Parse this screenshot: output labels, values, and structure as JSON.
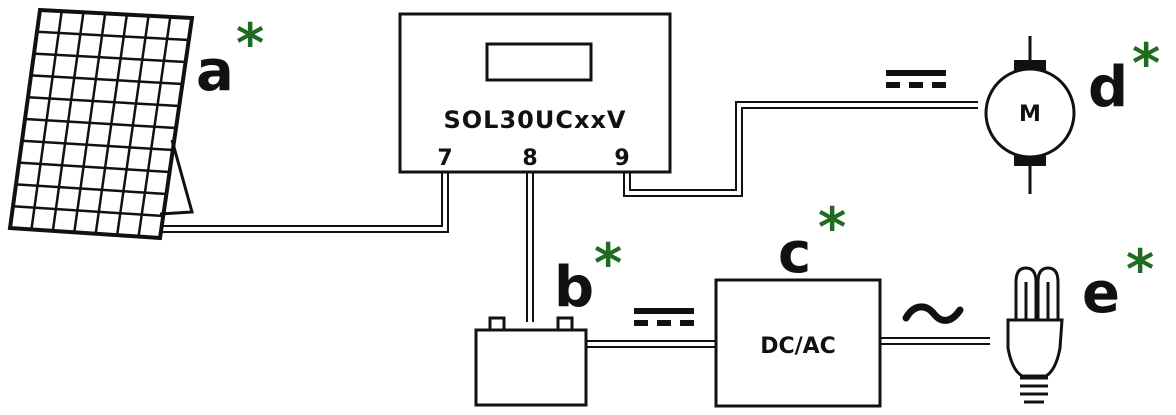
{
  "controller": {
    "model_label": "SOL30UCxxV",
    "terminals": [
      "7",
      "8",
      "9"
    ]
  },
  "inverter": {
    "label": "DC/AC"
  },
  "motor": {
    "label": "M"
  },
  "labels": {
    "a": "a",
    "b": "b",
    "c": "c",
    "d": "d",
    "e": "e",
    "star": "*"
  },
  "colors": {
    "line": "#111111",
    "star": "#1f6b1f"
  }
}
